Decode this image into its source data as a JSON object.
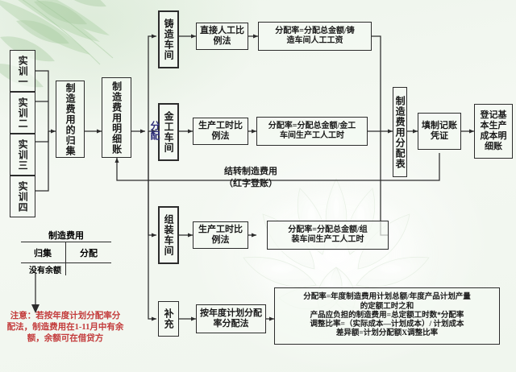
{
  "page": {
    "title": "制造费用的归集与分配流程图",
    "accent_blue": "#2f2f7a",
    "accent_red": "#c33b3b",
    "line_color": "#2c2c2c",
    "bg_color": "#f2f7f0"
  },
  "inputs": [
    {
      "label": "实训一"
    },
    {
      "label": "实训二"
    },
    {
      "label": "实训三"
    },
    {
      "label": "实训四"
    }
  ],
  "collect": {
    "label": "制造费用的归集"
  },
  "ledger": {
    "label": "制造费用明细账"
  },
  "alloc_tag": {
    "label": "分配"
  },
  "workshops": [
    {
      "label": "铸造车间"
    },
    {
      "label": "金工车间"
    },
    {
      "label": "组装车间"
    },
    {
      "label": "补充"
    }
  ],
  "methods": [
    {
      "label": "直接人工比例法"
    },
    {
      "label": "生产工时比例法"
    },
    {
      "label": "生产工时比例法"
    },
    {
      "label": "按年度计划分配率分配法"
    }
  ],
  "formulas": [
    {
      "lines": [
        "分配率=分配总金额/铸",
        "造车间人工工资"
      ]
    },
    {
      "lines": [
        "分配率=分配总金额/金工",
        "车间生产工人工时"
      ]
    },
    {
      "lines": [
        "分配率=分配总金额/组",
        "装车间生产工人工时"
      ]
    },
    {
      "lines": [
        "分配率=年度制造费用计划总额/年度产品计划产量",
        "的定额工时之和",
        "产品应负担的制造费用=总定额工时数*分配率",
        "调整比率=（实际成本—计划成本）/ 计划成本",
        "差异额=计划分配额X调整比率"
      ]
    }
  ],
  "summary_table": {
    "label": "制造费用分配表"
  },
  "voucher": {
    "label": "填制记账凭证"
  },
  "final_ledger": {
    "label": "登记基本生产成本明细账"
  },
  "carryover": {
    "line1": "结转制造费用",
    "line2": "（红字登账）"
  },
  "t_account": {
    "title": "制造费用",
    "debit": "归集",
    "credit": "分配",
    "balance": "没有余额"
  },
  "note": {
    "text": "注意：若按年度计划分配率分配法，制造费用在1-11月中有余额，余额可在借贷方"
  }
}
